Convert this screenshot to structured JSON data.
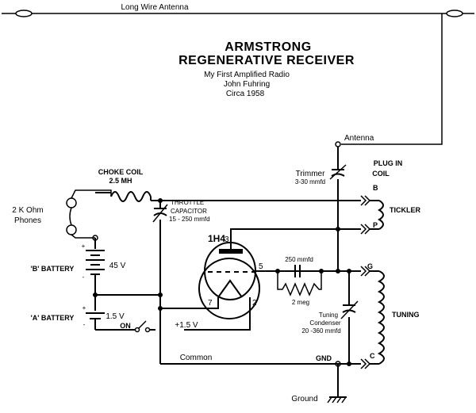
{
  "title": {
    "line1": "ARMSTRONG",
    "line2": "REGENERATIVE RECEIVER",
    "sub1": "My First Amplified Radio",
    "sub2": "John Fuhring",
    "sub3": "Circa 1958"
  },
  "antenna": {
    "wire_label": "Long Wire  Antenna",
    "terminal_label": "Antenna"
  },
  "labels": {
    "plug_in_coil_1": "PLUG IN",
    "plug_in_coil_2": "COIL",
    "tickler": "TICKLER",
    "tuning": "TUNING",
    "trimmer": "Trimmer",
    "trimmer_value": "3-30 mmfd",
    "choke_coil": "CHOKE COIL",
    "choke_value": "2.5 MH",
    "throttle_1": "THROTTLE",
    "throttle_2": "CAPACITOR",
    "throttle_value": "15 - 250 mmfd",
    "phones_1": "2 K Ohm",
    "phones_2": "Phones",
    "b_battery": "'B' BATTERY",
    "b_voltage": "45 V",
    "a_battery": "'A' BATTERY",
    "a_voltage": "1.5 V",
    "switch_on": "ON",
    "filament_supply": "+1.5 V",
    "tube": "1H4",
    "grid_cap": "250 mmfd",
    "grid_leak": "2 meg",
    "tuning_cond_1": "Tuning",
    "tuning_cond_2": "Condenser",
    "tuning_cond_value": "20 -360 mmfd",
    "common": "Common",
    "gnd": "GND",
    "ground": "Ground",
    "pin_b": "B",
    "pin_p": "P",
    "pin_g": "G",
    "pin_c": "C",
    "tube_pin_3": "3",
    "tube_pin_5": "5",
    "tube_pin_7": "7",
    "tube_pin_2": "2",
    "plus_1": "+",
    "minus_1": "-",
    "plus_2": "+",
    "minus_2": "-"
  }
}
